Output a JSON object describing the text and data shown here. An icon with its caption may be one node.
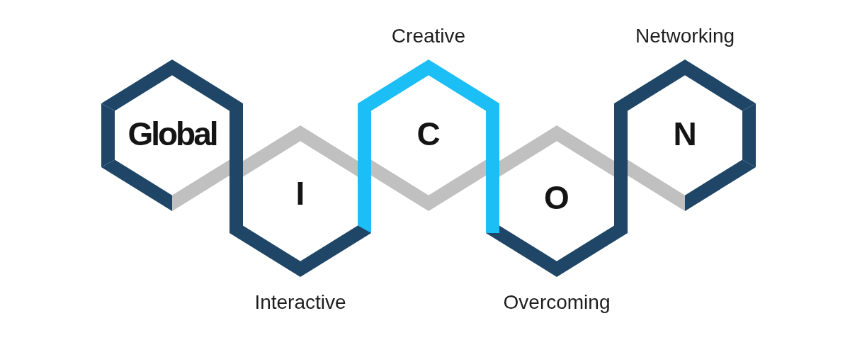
{
  "diagram": {
    "nodes": [
      {
        "text": [
          "Global"
        ]
      },
      {
        "text": [
          "I"
        ],
        "beside": [
          "Interactive"
        ]
      },
      {
        "text": [
          "C"
        ],
        "beside": [
          "Creative"
        ]
      },
      {
        "text": [
          "O"
        ],
        "beside": [
          "Overcoming"
        ]
      },
      {
        "text": [
          "N"
        ],
        "beside": [
          "Networking"
        ]
      }
    ]
  }
}
